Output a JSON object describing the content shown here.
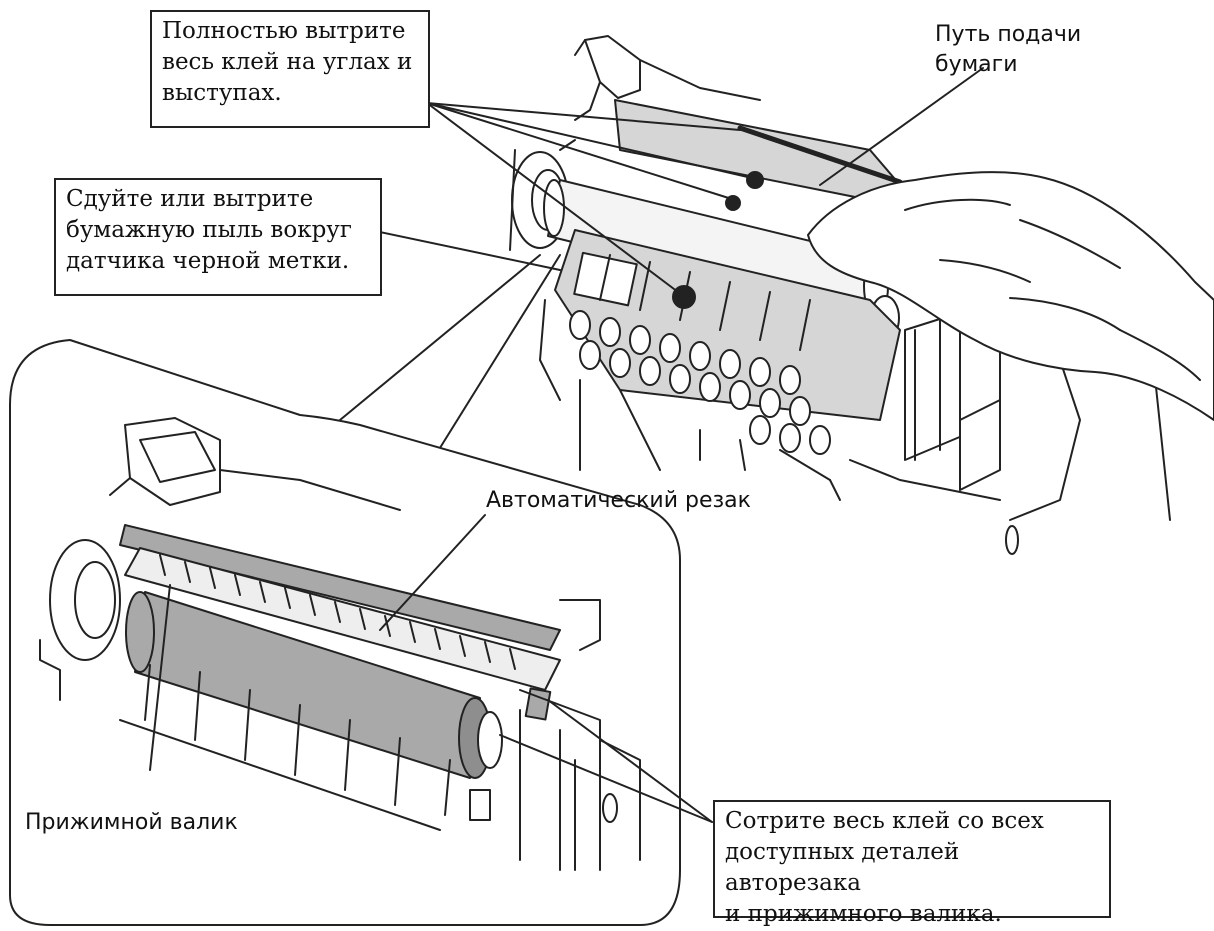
{
  "callouts": {
    "wipe_corners": "Полностью вытрите\nвесь клей на углах и\nвыступах.",
    "dust_sensor": "Сдуйте или вытрите\nбумажную пыль вокруг\nдатчика черной метки.",
    "wipe_all_glue": "Сотрите весь клей со всех\nдоступных деталей авторезака\nи прижимного валика."
  },
  "labels": {
    "paper_path": "Путь подачи\nбумаги",
    "auto_cutter": "Автоматический резак",
    "platen_roller": "Прижимной валик"
  },
  "colors": {
    "line": "#222222",
    "shade_light": "#d6d6d6",
    "shade_dark": "#a9a9a9"
  }
}
